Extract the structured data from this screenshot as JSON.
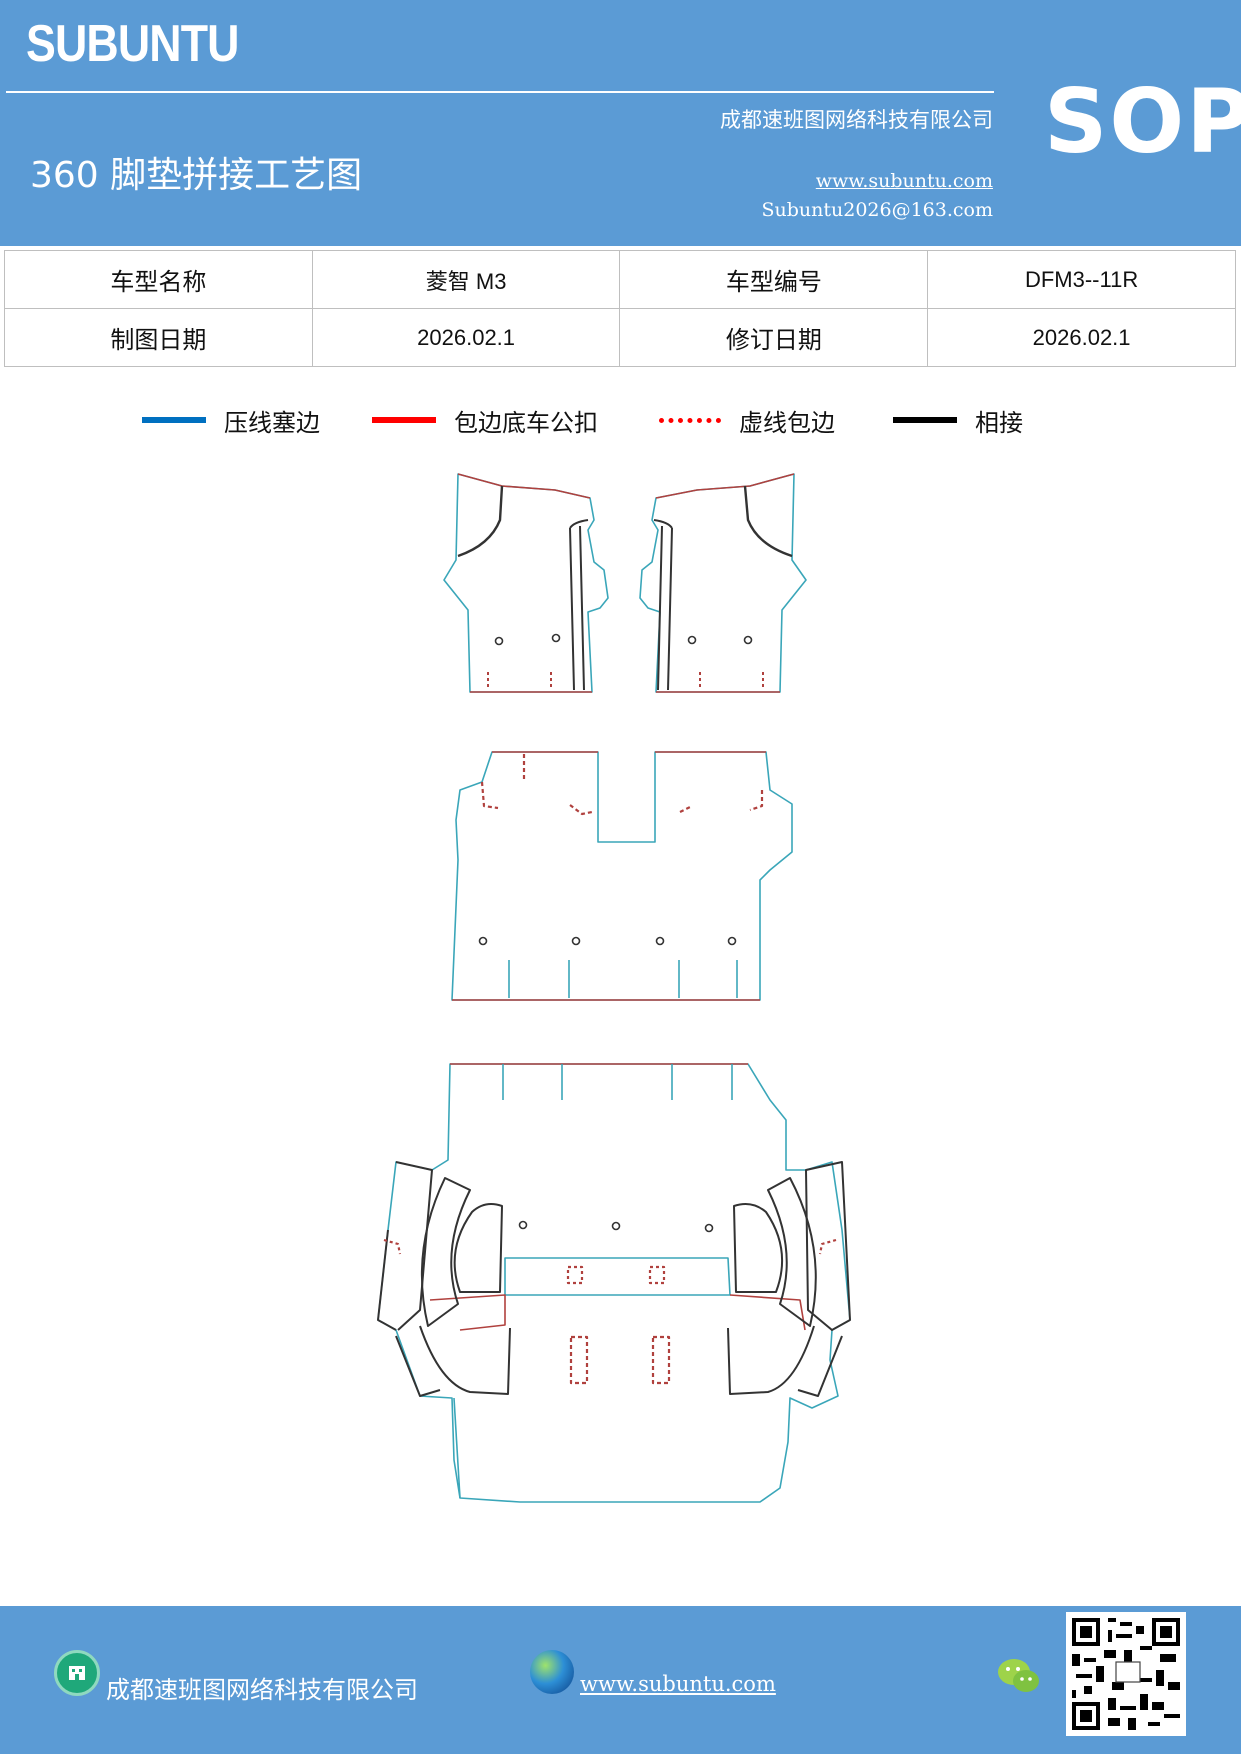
{
  "header": {
    "brand": "SUBUNTU",
    "company": "成都速班图网络科技有限公司",
    "title": "360 脚垫拼接工艺图",
    "website": "www.subuntu.com",
    "email": "Subuntu2026@163.com",
    "badge": "SOP"
  },
  "info": {
    "row1": {
      "label1": "车型名称",
      "value1": "菱智 M3",
      "label2": "车型编号",
      "value2": "DFM3--11R"
    },
    "row2": {
      "label1": "制图日期",
      "value1": "2026.02.1",
      "label2": "修订日期",
      "value2": "2026.02.1"
    }
  },
  "legend": [
    {
      "label": "压线塞边",
      "color": "#0070c0",
      "style": "solid"
    },
    {
      "label": "包边底车公扣",
      "color": "#ff0000",
      "style": "solid"
    },
    {
      "label": "虚线包边",
      "color": "#ff0000",
      "style": "dotted"
    },
    {
      "label": "相接",
      "color": "#000000",
      "style": "solid"
    }
  ],
  "colors": {
    "header_bg": "#5b9bd5",
    "outline": "#3aa6b9",
    "edge": "#b0413e",
    "seam": "#333333"
  },
  "footer": {
    "company": "成都速班图网络科技有限公司",
    "website": "www.subuntu.com",
    "home_icon": "building-icon",
    "globe_icon": "globe-icon",
    "wechat_icon": "wechat-icon"
  }
}
